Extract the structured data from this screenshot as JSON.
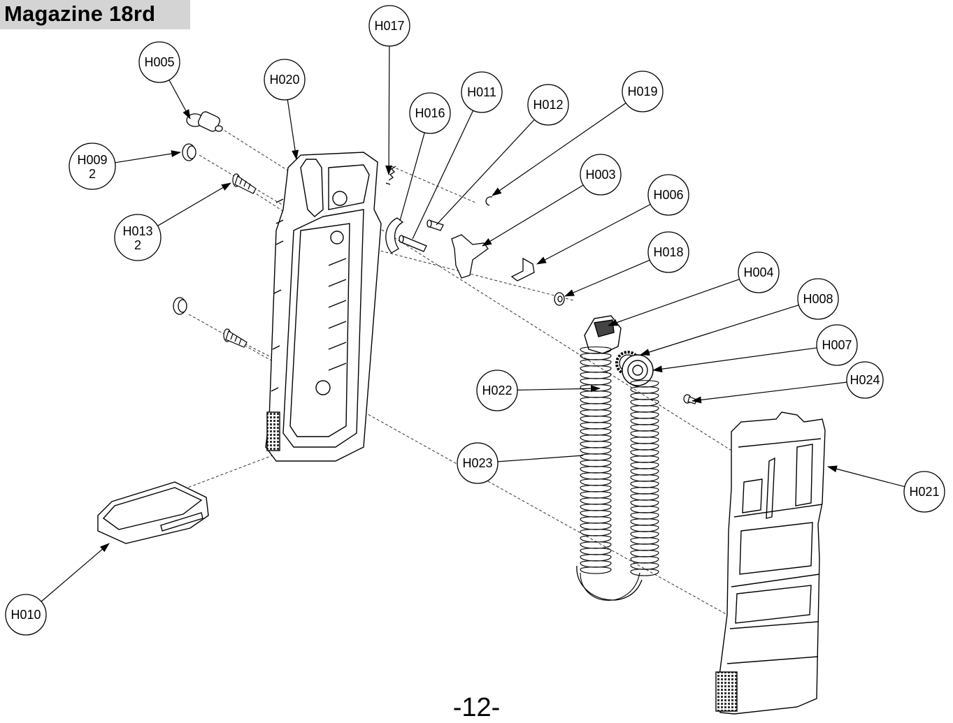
{
  "header": {
    "title": "Magazine 18rd"
  },
  "page": {
    "number": "-12-"
  },
  "parts": [
    {
      "id": "H005",
      "label": "H005",
      "qty": ""
    },
    {
      "id": "H020",
      "label": "H020",
      "qty": ""
    },
    {
      "id": "H009",
      "label": "H009",
      "qty": "2"
    },
    {
      "id": "H013",
      "label": "H013",
      "qty": "2"
    },
    {
      "id": "H017",
      "label": "H017",
      "qty": ""
    },
    {
      "id": "H016",
      "label": "H016",
      "qty": ""
    },
    {
      "id": "H011",
      "label": "H011",
      "qty": ""
    },
    {
      "id": "H012",
      "label": "H012",
      "qty": ""
    },
    {
      "id": "H019",
      "label": "H019",
      "qty": ""
    },
    {
      "id": "H003",
      "label": "H003",
      "qty": ""
    },
    {
      "id": "H006",
      "label": "H006",
      "qty": ""
    },
    {
      "id": "H018",
      "label": "H018",
      "qty": ""
    },
    {
      "id": "H004",
      "label": "H004",
      "qty": ""
    },
    {
      "id": "H008",
      "label": "H008",
      "qty": ""
    },
    {
      "id": "H007",
      "label": "H007",
      "qty": ""
    },
    {
      "id": "H024",
      "label": "H024",
      "qty": ""
    },
    {
      "id": "H022",
      "label": "H022",
      "qty": ""
    },
    {
      "id": "H023",
      "label": "H023",
      "qty": ""
    },
    {
      "id": "H021",
      "label": "H021",
      "qty": ""
    },
    {
      "id": "H010",
      "label": "H010",
      "qty": ""
    }
  ]
}
